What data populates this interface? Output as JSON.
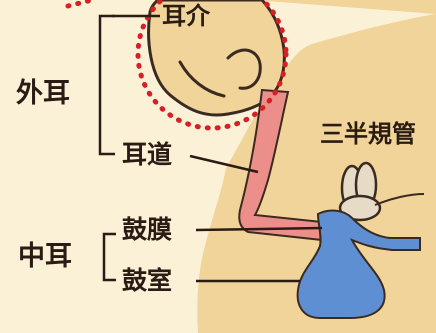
{
  "labels": {
    "outer_ear": "外耳",
    "middle_ear": "中耳",
    "auricle": "耳介",
    "ear_canal": "耳道",
    "eardrum": "鼓膜",
    "tympanic_cavity": "鼓室",
    "semicircular_canals": "三半規管"
  },
  "colors": {
    "background": "#fbf1d6",
    "skin": "#f1d49a",
    "outline": "#3b2a20",
    "ear_canal": "#ec8f8a",
    "middle_ear": "#5f8fd3",
    "semicircular_canals": "#e5dbc7",
    "highlight_circle": "#d61f26"
  }
}
